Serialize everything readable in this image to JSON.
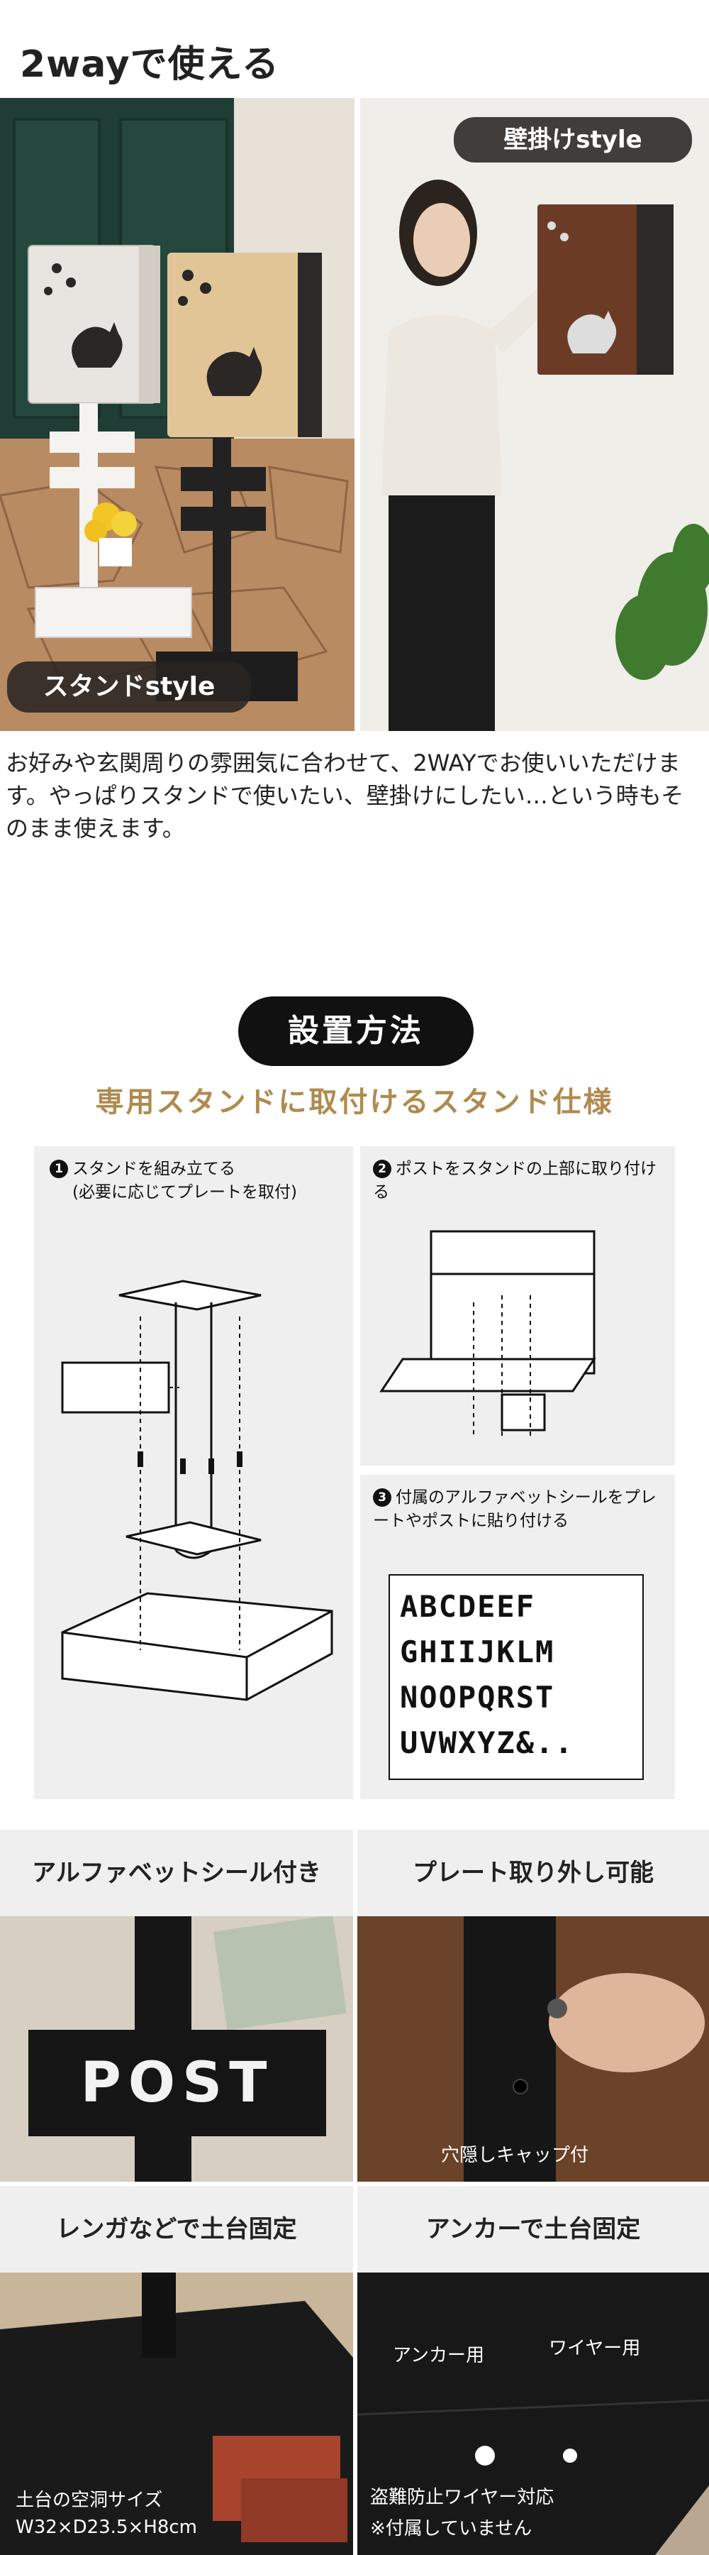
{
  "heading": "2wayで使える",
  "tags": {
    "wall": "壁掛けstyle",
    "stand": "スタンドstyle"
  },
  "intro": "お好みや玄関周りの雰囲気に合わせて、2WAYでお使いいただけます。やっぱりスタンドで使いたい、壁掛けにしたい…という時もそのまま使えます。",
  "install": {
    "title": "設置方法",
    "subtitle": "専用スタンドに取付けるスタンド仕様",
    "steps": [
      {
        "num": "1",
        "text": "スタンドを組み立てる",
        "note": "(必要に応じてプレートを取付)"
      },
      {
        "num": "2",
        "text": "ポストをスタンドの上部に取り付ける"
      },
      {
        "num": "3",
        "text": "付属のアルファベットシールをプレートやポストに貼り付ける"
      }
    ],
    "alphabet": [
      "ABCDEEF",
      "GHIIJKLM",
      "NOOPQRST",
      "UVWXYZ&.."
    ]
  },
  "features": [
    {
      "title": "アルファベットシール付き",
      "caption": "POST"
    },
    {
      "title": "プレート取り外し可能",
      "caption": "穴隠しキャップ付"
    },
    {
      "title": "レンガなどで土台固定",
      "caption": "土台の空洞サイズ",
      "caption2": "W32×D23.5×H8cm"
    },
    {
      "title": "アンカーで土台固定",
      "label_anchor": "アンカー用",
      "label_wire": "ワイヤー用",
      "caption": "盗難防止ワイヤー対応",
      "caption2": "※付属していません"
    }
  ],
  "colors": {
    "accent": "#b08a4e",
    "dark": "#111111",
    "panel": "#efefef"
  }
}
